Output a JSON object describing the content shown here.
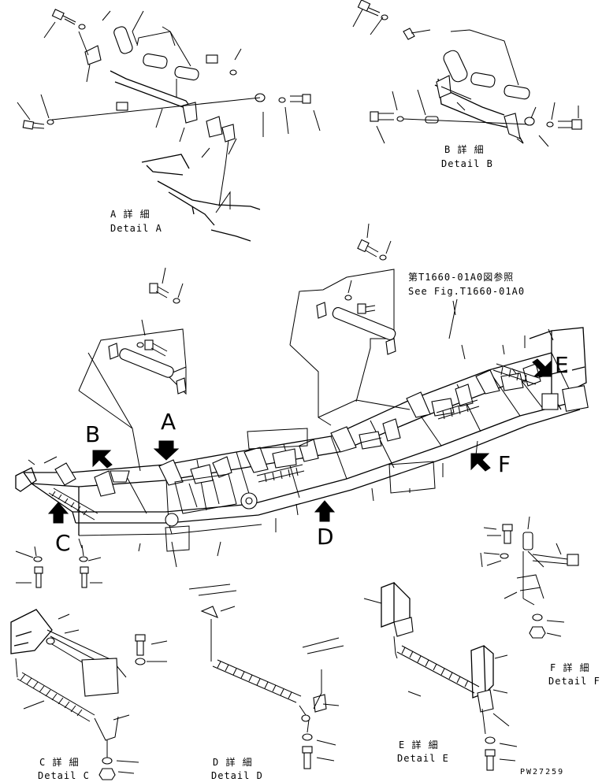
{
  "drawing": {
    "part_number": "PW27259"
  },
  "details": {
    "A": {
      "jp": "A 詳 細",
      "en": "Detail A"
    },
    "B": {
      "jp": "B 詳 細",
      "en": "Detail B"
    },
    "C": {
      "jp": "C 詳 細",
      "en": "Detail C"
    },
    "D": {
      "jp": "D 詳 細",
      "en": "Detail D"
    },
    "E": {
      "jp": "E 詳 細",
      "en": "Detail E"
    },
    "F": {
      "jp": "F 詳 細",
      "en": "Detail F"
    }
  },
  "reference": {
    "jp": "第T1660-01A0図参照",
    "en": "See Fig.T1660-01A0"
  },
  "view_letters": {
    "A": "A",
    "B": "B",
    "C": "C",
    "D": "D",
    "E": "E",
    "F": "F"
  }
}
